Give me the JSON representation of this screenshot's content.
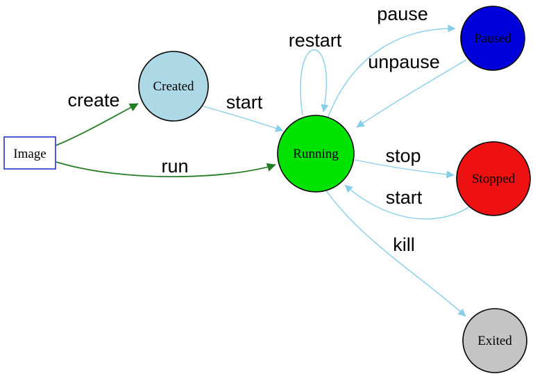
{
  "diagram": {
    "type": "state-transition-graph",
    "background": "#ffffff"
  },
  "colors": {
    "edge_blue": "#87ceeb",
    "edge_green": "#267c26",
    "label_text": "#000000",
    "node_border": "#000000",
    "image_border": "#2233cc"
  },
  "nodes": {
    "image": {
      "label": "Image",
      "shape": "rectangle",
      "fill": "#ffffff",
      "stroke": "#2233cc"
    },
    "created": {
      "label": "Created",
      "shape": "circle",
      "fill": "#add8e6",
      "stroke": "#000000"
    },
    "running": {
      "label": "Running",
      "shape": "circle",
      "fill": "#00e300",
      "stroke": "#000000"
    },
    "paused": {
      "label": "Paused",
      "shape": "circle",
      "fill": "#0000da",
      "stroke": "#000000"
    },
    "stopped": {
      "label": "Stopped",
      "shape": "circle",
      "fill": "#ee1111",
      "stroke": "#000000"
    },
    "exited": {
      "label": "Exited",
      "shape": "circle",
      "fill": "#c4c4c4",
      "stroke": "#000000"
    }
  },
  "edges": {
    "create": {
      "label": "create",
      "from": "image",
      "to": "created",
      "color": "#267c26"
    },
    "run": {
      "label": "run",
      "from": "image",
      "to": "running",
      "color": "#267c26"
    },
    "start_created": {
      "label": "start",
      "from": "created",
      "to": "running",
      "color": "#87ceeb"
    },
    "restart": {
      "label": "restart",
      "from": "running",
      "to": "running",
      "color": "#87ceeb"
    },
    "pause": {
      "label": "pause",
      "from": "running",
      "to": "paused",
      "color": "#87ceeb"
    },
    "unpause": {
      "label": "unpause",
      "from": "paused",
      "to": "running",
      "color": "#87ceeb"
    },
    "stop": {
      "label": "stop",
      "from": "running",
      "to": "stopped",
      "color": "#87ceeb"
    },
    "start_stopped": {
      "label": "start",
      "from": "stopped",
      "to": "running",
      "color": "#87ceeb"
    },
    "kill": {
      "label": "kill",
      "from": "running",
      "to": "exited",
      "color": "#87ceeb"
    }
  }
}
